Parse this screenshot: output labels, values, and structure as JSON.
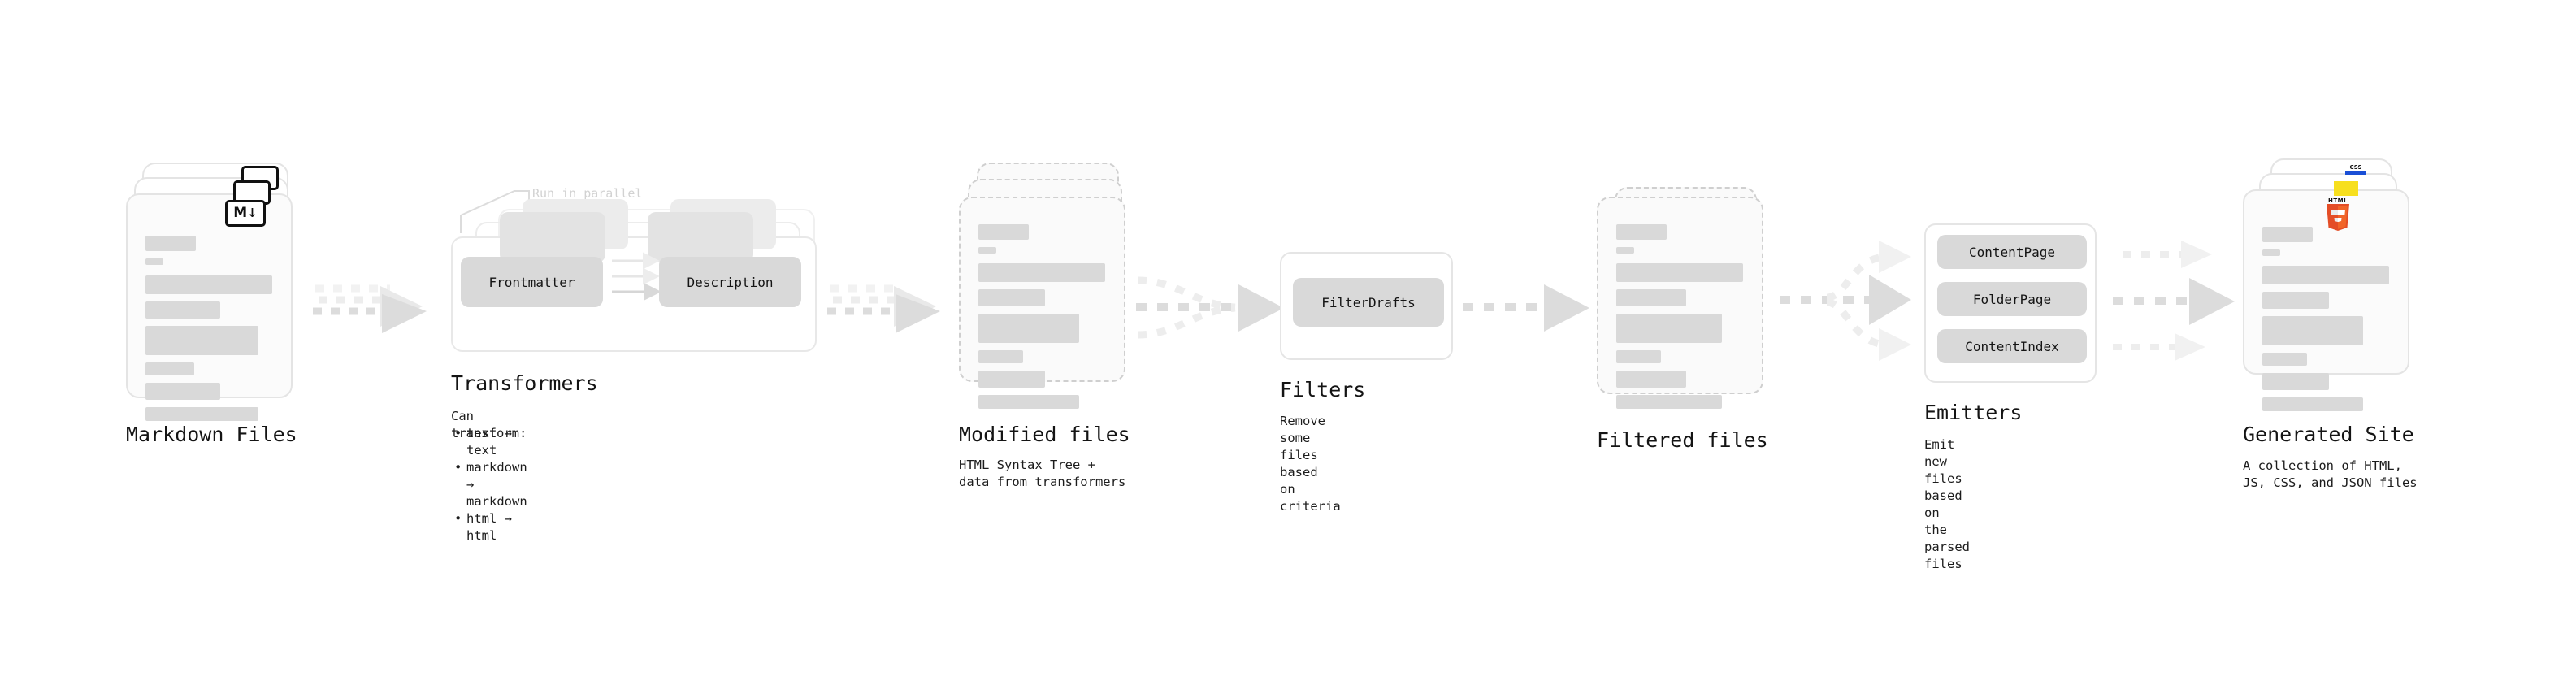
{
  "diagram": {
    "title_color": "#141414",
    "accent_gray": "#d9d9d9",
    "arrow_color": "#d9d9d9",
    "arrow_color_light": "#ededed"
  },
  "stages": [
    {
      "id": "markdown-files",
      "title": "Markdown Files",
      "subtitle": "",
      "icon": "markdown-icon",
      "icon_label": "M",
      "card_style": "solid",
      "stack_count": 3
    },
    {
      "id": "transformers",
      "title": "Transformers",
      "subtitle": "Can transform:",
      "bullets": [
        "text → text",
        "markdown → markdown",
        "html → html"
      ],
      "note": "Run in parallel",
      "chips": [
        "Frontmatter",
        "Description"
      ],
      "stack_count": 3
    },
    {
      "id": "modified-files",
      "title": "Modified files",
      "subtitle": "HTML Syntax Tree +\ndata from transformers",
      "card_style": "dashed",
      "stack_count": 3
    },
    {
      "id": "filters",
      "title": "Filters",
      "subtitle": "Remove some files based\non criteria",
      "chips": [
        "FilterDrafts"
      ]
    },
    {
      "id": "filtered-files",
      "title": "Filtered files",
      "subtitle": "",
      "card_style": "dashed",
      "stack_count": 2
    },
    {
      "id": "emitters",
      "title": "Emitters",
      "subtitle": "Emit new files based on\nthe parsed files",
      "chips": [
        "ContentPage",
        "FolderPage",
        "ContentIndex"
      ]
    },
    {
      "id": "generated-site",
      "title": "Generated Site",
      "subtitle": "A collection of HTML,\nJS, CSS, and JSON files",
      "card_style": "solid",
      "icons": [
        "css3-icon",
        "javascript-icon",
        "html5-icon"
      ],
      "icon_labels": {
        "html": "HTML",
        "html_digit": "5",
        "css": "CSS",
        "js": "JS"
      },
      "stack_count": 3
    }
  ],
  "connectors": [
    {
      "id": "md-to-transformers",
      "type": "straight"
    },
    {
      "id": "transformers-to-modified",
      "type": "straight"
    },
    {
      "id": "modified-to-filters",
      "type": "converge-3to1"
    },
    {
      "id": "filters-to-filtered",
      "type": "straight"
    },
    {
      "id": "filtered-to-emitters",
      "type": "diverge-1to3"
    },
    {
      "id": "emitters-to-site",
      "type": "parallel-3"
    }
  ]
}
